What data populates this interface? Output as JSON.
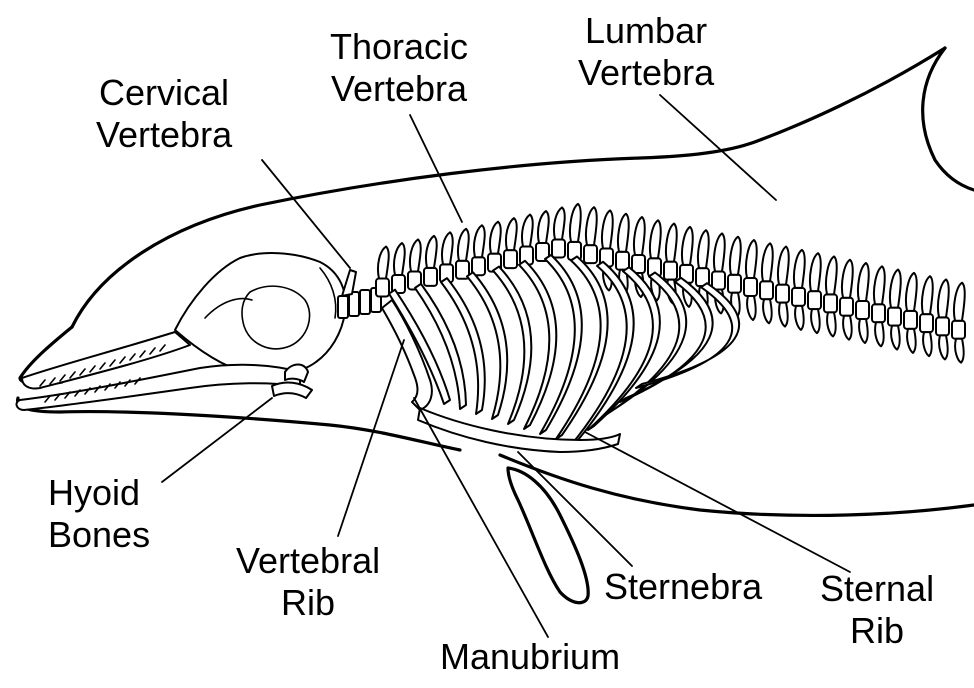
{
  "labels": {
    "cervical_vertebra": [
      "Cervical",
      "Vertebra"
    ],
    "thoracic_vertebra": [
      "Thoracic",
      "Vertebra"
    ],
    "lumbar_vertebra": [
      "Lumbar",
      "Vertebra"
    ],
    "hyoid_bones": [
      "Hyoid",
      "Bones"
    ],
    "vertebral_rib": [
      "Vertebral",
      "Rib"
    ],
    "manubrium": [
      "Manubrium"
    ],
    "sternebra": [
      "Sternebra"
    ],
    "sternal_rib": [
      "Sternal",
      "Rib"
    ]
  },
  "colors": {
    "ink": "#000000",
    "background": "#ffffff"
  }
}
